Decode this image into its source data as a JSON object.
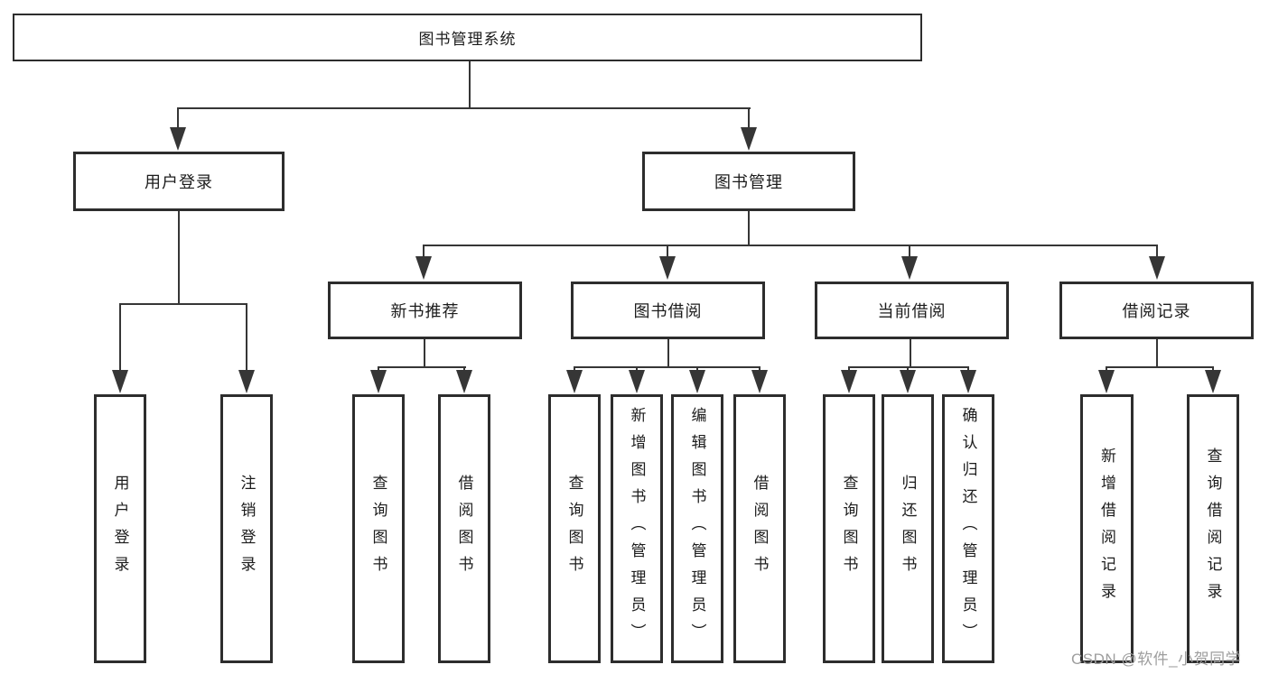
{
  "diagram": {
    "root": {
      "label": "图书管理系统"
    },
    "level2": [
      {
        "label": "用户登录"
      },
      {
        "label": "图书管理"
      }
    ],
    "level3": [
      {
        "label": "新书推荐"
      },
      {
        "label": "图书借阅"
      },
      {
        "label": "当前借阅"
      },
      {
        "label": "借阅记录"
      }
    ],
    "leaves": {
      "login": [
        {
          "label": "用户登录"
        },
        {
          "label": "注销登录"
        }
      ],
      "recommend": [
        {
          "label": "查询图书"
        },
        {
          "label": "借阅图书"
        }
      ],
      "borrow": [
        {
          "label": "查询图书"
        },
        {
          "label": "新增图书（管理员）"
        },
        {
          "label": "编辑图书（管理员）"
        },
        {
          "label": "借阅图书"
        }
      ],
      "current": [
        {
          "label": "查询图书"
        },
        {
          "label": "归还图书"
        },
        {
          "label": "确认归还（管理员）"
        }
      ],
      "records": [
        {
          "label": "新增借阅记录"
        },
        {
          "label": "查询借阅记录"
        }
      ]
    }
  },
  "watermark": {
    "text": "CSDN @软件_小贺同学",
    "color": "#9e9e9e"
  },
  "colors": {
    "line": "#363636",
    "box_border": "#2d2d2d",
    "text": "#1c1c1c",
    "background": "#ffffff"
  }
}
